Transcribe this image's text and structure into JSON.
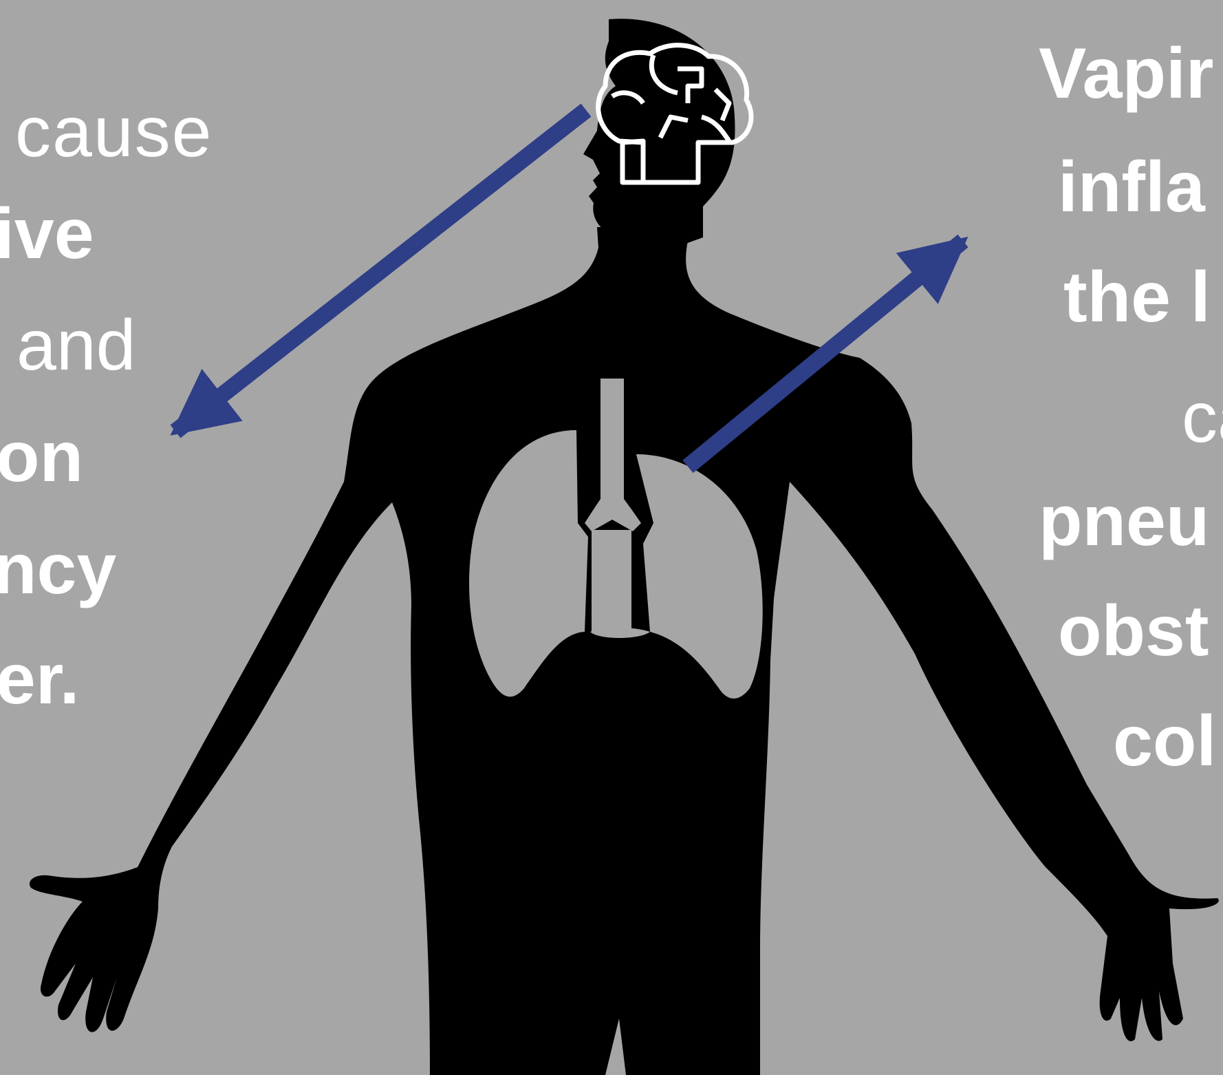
{
  "colors": {
    "background": "#a6a6a6",
    "silhouette": "#000000",
    "arrow": "#2e3e87",
    "text": "#ffffff"
  },
  "icons": [
    "human-silhouette",
    "brain-icon",
    "lungs-icon",
    "arrow-icon"
  ],
  "left_text": {
    "line1": "cause",
    "line2": "ive",
    "line3": "and",
    "line4": "on",
    "line5": "ncy",
    "line6": "er."
  },
  "right_text": {
    "line1": "Vapir",
    "line2": "infla",
    "line3": "the l",
    "line4": "ca",
    "line5": "pneu",
    "line6": "obst",
    "line7": "col"
  }
}
